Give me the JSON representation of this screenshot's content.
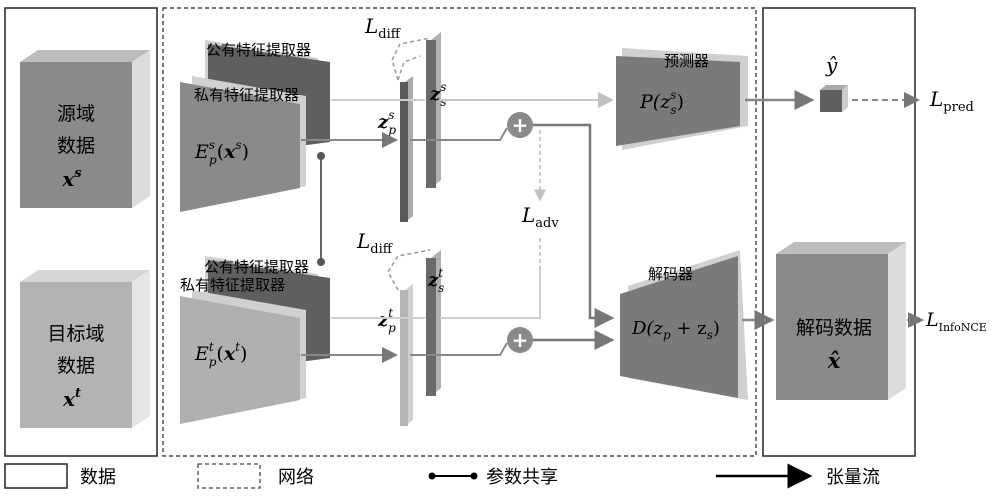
{
  "source_data": {
    "line1": "源域",
    "line2": "数据",
    "var": "x",
    "sup": "s"
  },
  "target_data": {
    "line1": "目标域",
    "line2": "数据",
    "var": "x",
    "sup": "t"
  },
  "shared_extractor_label": "公有特征提取器",
  "private_extractor_label": "私有特征提取器",
  "private_src_formula": {
    "E": "E",
    "sup": "s",
    "sub": "p",
    "arg": "x",
    "argsup": "s"
  },
  "private_tgt_formula": {
    "E": "E",
    "sup": "t",
    "sub": "p",
    "arg": "x",
    "argsup": "t"
  },
  "z_p_src": {
    "z": "z",
    "sup": "s",
    "sub": "p"
  },
  "z_s_src": {
    "z": "z",
    "sup": "s",
    "sub": "s"
  },
  "z_p_tgt": {
    "z": "z",
    "sup": "t",
    "sub": "p"
  },
  "z_s_tgt": {
    "z": "z",
    "sup": "t",
    "sub": "s"
  },
  "l_diff": {
    "L": "L",
    "sub": "diff"
  },
  "l_adv": {
    "L": "L",
    "sub": "adv"
  },
  "l_pred": {
    "L": "L",
    "sub": "pred"
  },
  "l_infonce": {
    "L": "L",
    "sub": "InfoNCE"
  },
  "predictor": {
    "label": "预测器",
    "formula_pre": "P(z",
    "formula_sup": "s",
    "formula_sub": "s",
    "formula_post": ")"
  },
  "decoder": {
    "label": "解码器",
    "formula_pre": "D(z",
    "formula_sub1": "p",
    "formula_mid": " + z",
    "formula_sub2": "s",
    "formula_post": ")"
  },
  "decoded_data": {
    "label": "解码数据",
    "var": "x̂"
  },
  "y_hat": "ŷ",
  "plus_symbol": "+",
  "legend": {
    "data": "数据",
    "network": "网络",
    "param_share": "参数共享",
    "tensor_flow": "张量流"
  },
  "colors": {
    "block_dark": "#6d6d6d",
    "block_mid": "#8a8a8a",
    "block_light": "#a9a9a9",
    "block_pale": "#c8c8c8",
    "plus_fill": "#8a8a8a",
    "arrow_dark": "#7a7a7a",
    "arrow_light": "#bdbdbd"
  }
}
